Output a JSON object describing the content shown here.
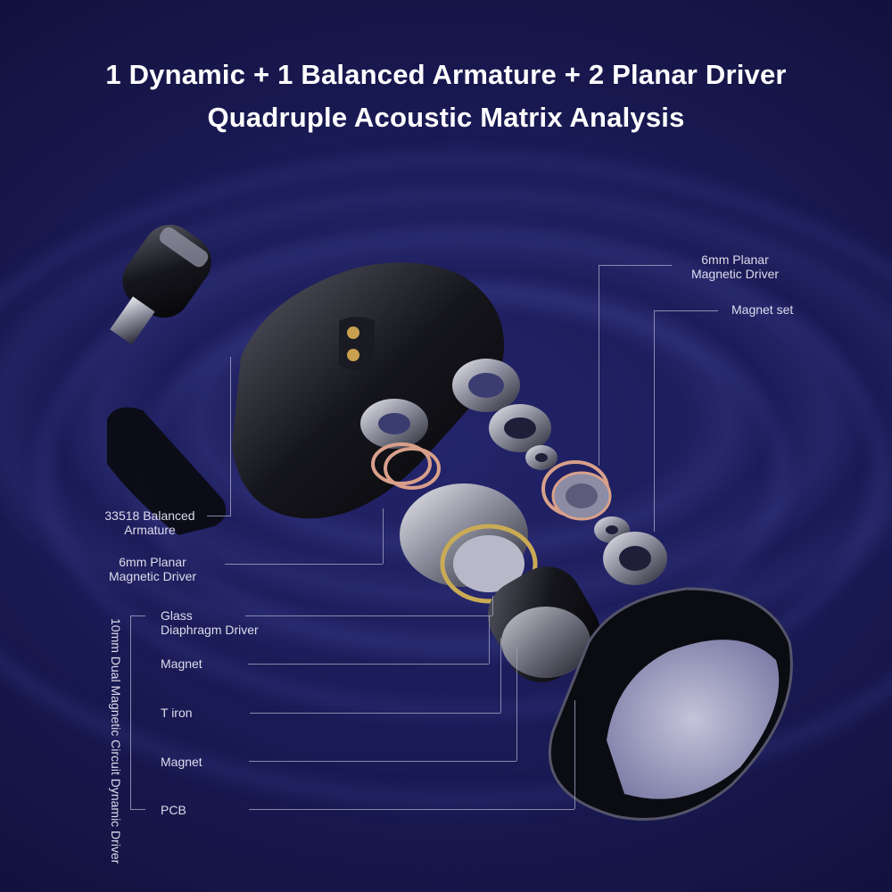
{
  "header": {
    "title_line1": "1 Dynamic + 1 Balanced Armature + 2 Planar Driver",
    "title_line2": "Quadruple Acoustic Matrix Analysis"
  },
  "labels_right": [
    {
      "line1": "6mm Planar",
      "line2": "Magnetic Driver"
    },
    {
      "line1": "Magnet set"
    }
  ],
  "labels_left": [
    {
      "line1": "33518 Balanced",
      "line2": "Armature"
    },
    {
      "line1": "6mm Planar",
      "line2": "Magnetic Driver"
    }
  ],
  "dynamic_driver_group": {
    "group_label": "10mm Dual Magnetic Circuit Dynamic Driver",
    "items": [
      {
        "line1": "Glass",
        "line2": "Diaphragm Driver"
      },
      {
        "line1": "Magnet"
      },
      {
        "line1": "T iron"
      },
      {
        "line1": "Magnet"
      },
      {
        "line1": "PCB"
      }
    ]
  },
  "colors": {
    "background": "#161747",
    "text": "#ffffff",
    "label_text": "#dcdcec",
    "leader_line": "#9c9cbc"
  }
}
